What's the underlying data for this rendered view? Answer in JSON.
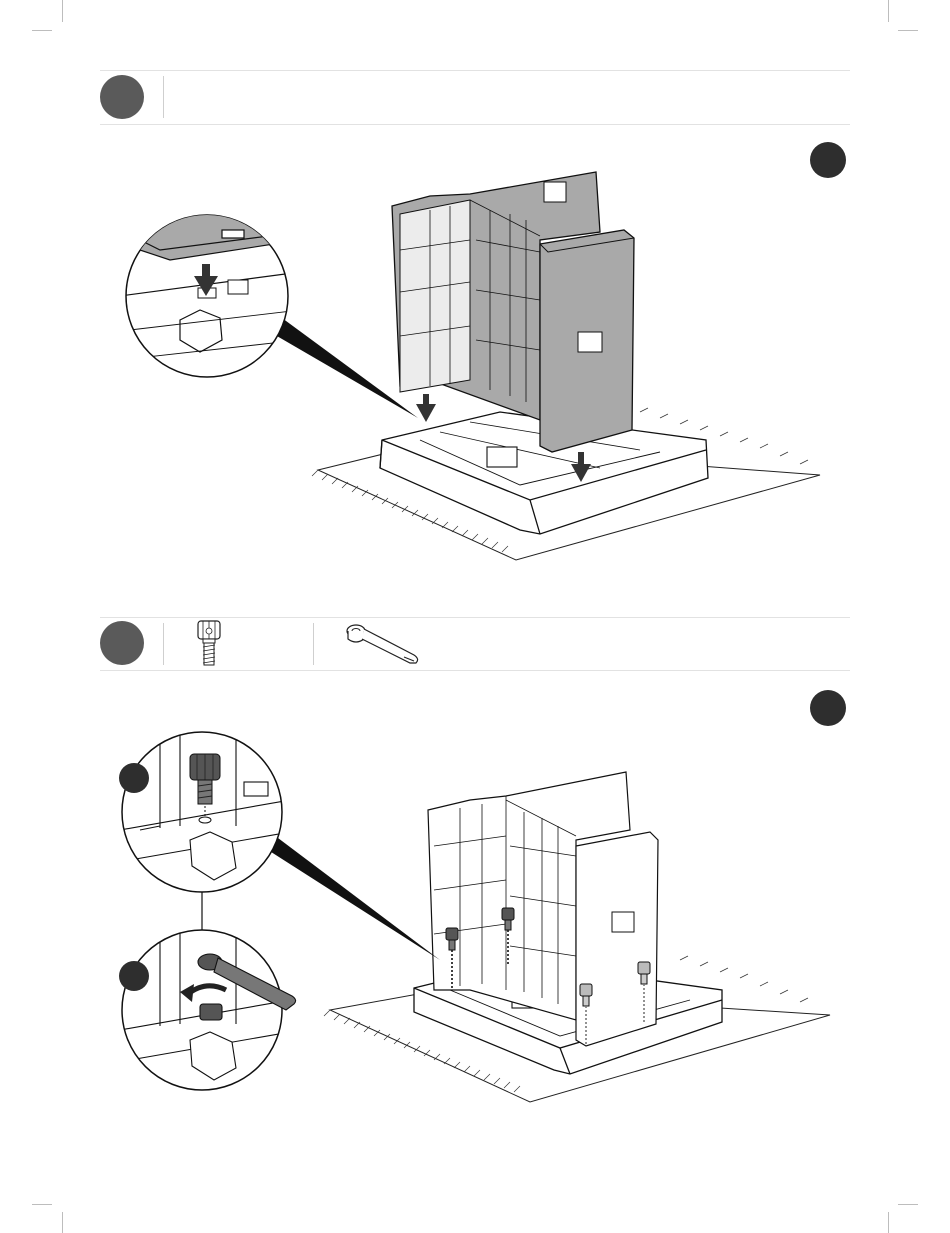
{
  "document": {
    "type": "assembly-instructions",
    "colors": {
      "panel_fill": "#a9a9a9",
      "step_circle": "#5a5a5a",
      "badge": "#2e2e2e",
      "line": "#1a1a1a"
    }
  },
  "steps": [
    {
      "step_label": "",
      "parts": [],
      "illustration": {
        "icons": [
          "side-panel",
          "back-panel",
          "base-frame",
          "down-arrow",
          "detail-magnifier"
        ],
        "panel_labels": [
          "",
          "",
          ""
        ]
      }
    },
    {
      "step_label": "",
      "parts": [
        {
          "icon": "cam-bolt-icon",
          "quantity": ""
        },
        {
          "icon": "wrench-tool-icon",
          "quantity": ""
        }
      ],
      "illustration": {
        "icons": [
          "cam-bolt",
          "wrench",
          "rotate-arrow",
          "detail-magnifier"
        ],
        "callouts": [
          "",
          ""
        ],
        "panel_labels": [
          "",
          ""
        ]
      }
    }
  ]
}
